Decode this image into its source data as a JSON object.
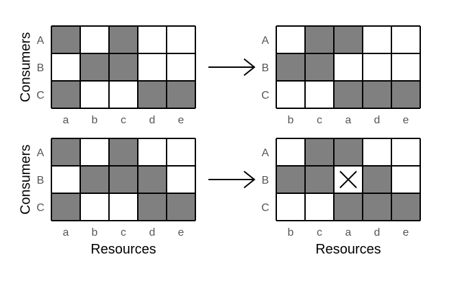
{
  "colors": {
    "filled": "#808080",
    "empty": "#ffffff",
    "line": "#000000",
    "label": "#555555"
  },
  "icons": {
    "arrow": "right-arrow-icon",
    "conflict": "cross-icon"
  },
  "panels": [
    {
      "name": "top-left",
      "y_title": "Consumers",
      "x_title": "",
      "rows": [
        "A",
        "B",
        "C"
      ],
      "cols": [
        "a",
        "b",
        "c",
        "d",
        "e"
      ],
      "cells": [
        [
          1,
          0,
          1,
          0,
          0
        ],
        [
          0,
          1,
          1,
          0,
          0
        ],
        [
          1,
          0,
          0,
          1,
          1
        ]
      ],
      "mark": null
    },
    {
      "name": "top-right",
      "y_title": "",
      "x_title": "",
      "rows": [
        "A",
        "B",
        "C"
      ],
      "cols": [
        "b",
        "c",
        "a",
        "d",
        "e"
      ],
      "cells": [
        [
          0,
          1,
          1,
          0,
          0
        ],
        [
          1,
          1,
          0,
          0,
          0
        ],
        [
          0,
          0,
          1,
          1,
          1
        ]
      ],
      "mark": null
    },
    {
      "name": "bottom-left",
      "y_title": "Consumers",
      "x_title": "Resources",
      "rows": [
        "A",
        "B",
        "C"
      ],
      "cols": [
        "a",
        "b",
        "c",
        "d",
        "e"
      ],
      "cells": [
        [
          1,
          0,
          1,
          0,
          0
        ],
        [
          0,
          1,
          1,
          1,
          0
        ],
        [
          1,
          0,
          0,
          1,
          1
        ]
      ],
      "mark": null
    },
    {
      "name": "bottom-right",
      "y_title": "",
      "x_title": "Resources",
      "rows": [
        "A",
        "B",
        "C"
      ],
      "cols": [
        "b",
        "c",
        "a",
        "d",
        "e"
      ],
      "cells": [
        [
          0,
          1,
          1,
          0,
          0
        ],
        [
          1,
          1,
          0,
          1,
          0
        ],
        [
          0,
          0,
          1,
          1,
          1
        ]
      ],
      "mark": {
        "row": 1,
        "col": 2
      }
    }
  ]
}
